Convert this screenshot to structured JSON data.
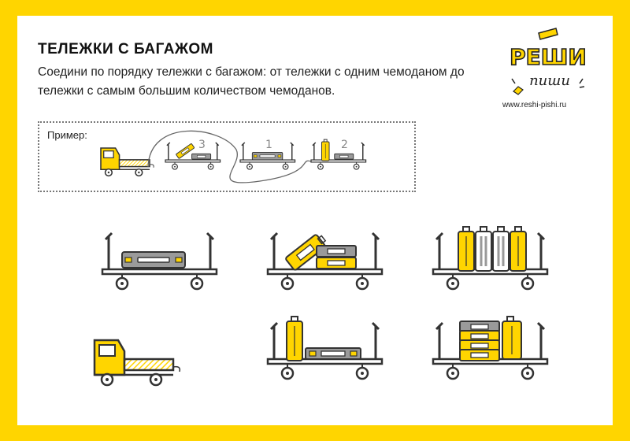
{
  "title": "ТЕЛЕЖКИ С БАГАЖОМ",
  "instruction": "Соедини по порядку тележки с багажом: от тележки с одним чемоданом до тележки с самым большим количеством чемоданов.",
  "logo": {
    "top": "РЕШИ",
    "bottom": "пиши"
  },
  "website": "www.reshi-pishi.ru",
  "example": {
    "label": "Пример:",
    "numbers": [
      "3",
      "1",
      "2"
    ]
  },
  "colors": {
    "yellow": "#FFD500",
    "gray": "#9a9a9a",
    "ink": "#222222"
  }
}
